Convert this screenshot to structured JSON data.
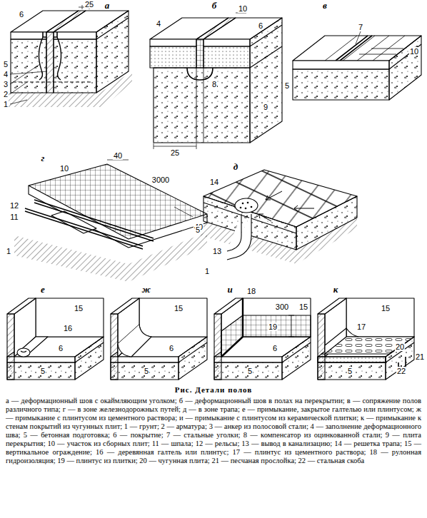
{
  "diagram": {
    "title": "Рис. Детали полов",
    "caption": "а — деформационный шов с окаймляющим уголком; б — деформационный шов в полах на перекрытии; в — сопряжение полов различного типа; г — в зоне железнодорожных путей; д — в зоне трапа; е — примыкание, закрытое галтелью или плинтусом; ж — примыкание с плинтусом из цементного раствора; и — примыкание с плинтусом из керамической плитки; к — примыкание к стенам покрытий из чугунных плит; 1 — грунт; 2 — арматура; 3 — анкер из полосовой стали; 4 — заполнение деформационного шва; 5 — бетонная подготовка; 6 — покрытие; 7 — стальные уголки; 8 — компенсатор из оцинкованной стали; 9 — плита перекрытия; 10 — участок из сборных плит; 11 — шпала; 12 — рельсы; 13 — вывод в канализацию; 14 — решетка трапа; 15 — вертикальное ограждение; 16 — деревянная галтель или плинтус; 17 — плинтус из цементного раствора; 18 — рулонная гидроизоляция; 19 — плинтус из плитки; 20 — чугунная плита; 21 — песчаная прослойка; 22 — стальная скоба",
    "labels": [
      "а",
      "6",
      "25",
      "5",
      "4",
      "3",
      "2",
      "1",
      "б",
      "4",
      "10",
      "6",
      "8",
      "9",
      "25",
      "в",
      "7",
      "10",
      "5",
      "г",
      "10",
      "40",
      "3000",
      "40",
      "12",
      "11",
      "1",
      "д",
      "14",
      "13",
      "5",
      "1",
      "е",
      "15",
      "16",
      "6",
      "5",
      "ж",
      "15",
      "6",
      "5",
      "и",
      "18",
      "300",
      "15",
      "19",
      "6",
      "5",
      "к",
      "15",
      "17",
      "20",
      "21",
      "5",
      "22"
    ]
  }
}
